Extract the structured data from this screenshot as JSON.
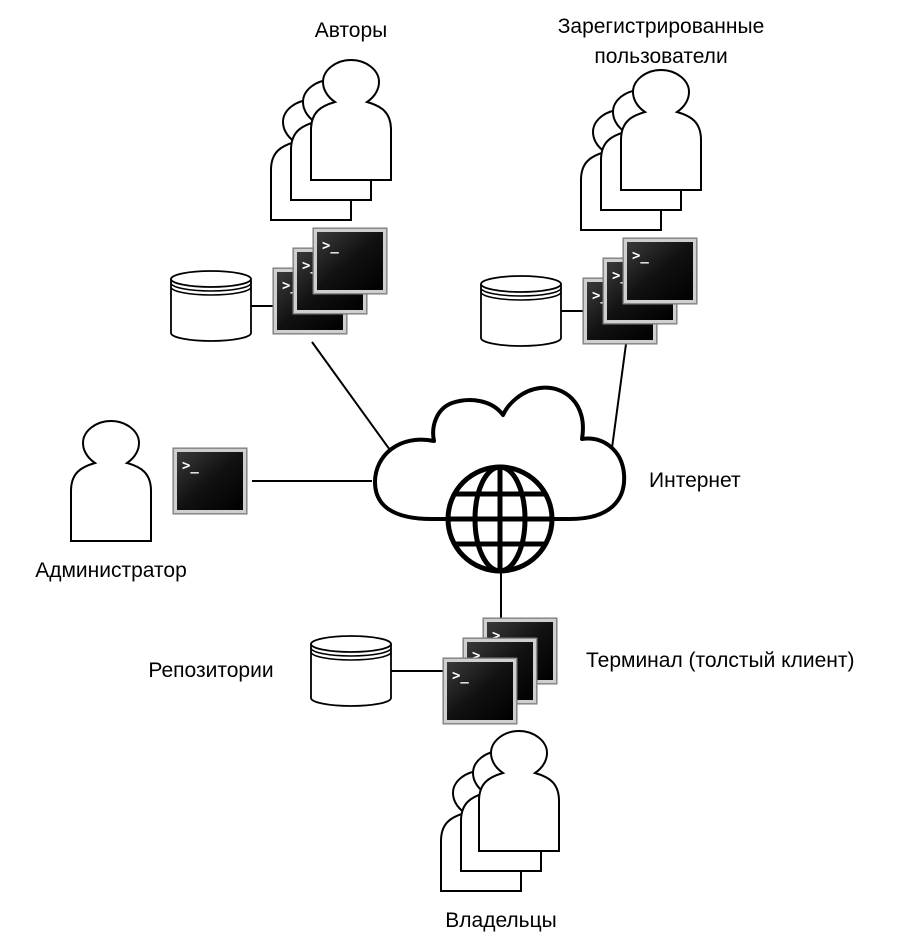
{
  "labels": {
    "authors": "Авторы",
    "registered_line1": "Зарегистрированные",
    "registered_line2": "пользователи",
    "administrator": "Администратор",
    "internet": "Интернет",
    "repositories": "Репозитории",
    "terminal": "Терминал (толстый клиент)",
    "owners": "Владельцы"
  },
  "terminal_prompt": ">_",
  "icons": [
    "user-group-icon",
    "user-icon",
    "database-icon",
    "terminal-icon",
    "cloud-icon",
    "globe-icon"
  ],
  "colors": {
    "stroke": "#000000",
    "terminal_screen": "#111111",
    "terminal_frame": "#b5b5b5"
  }
}
